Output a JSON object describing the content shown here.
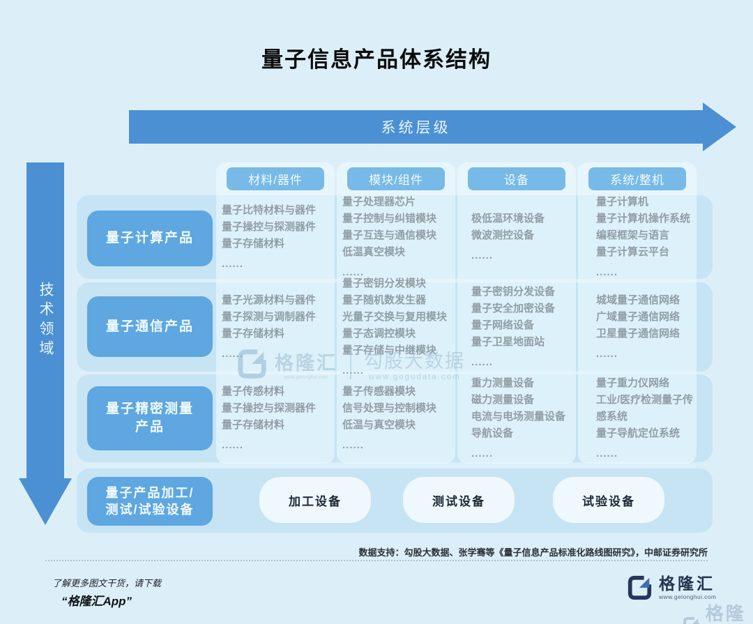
{
  "title": "量子信息产品体系结构",
  "axes": {
    "horizontal": "系统层级",
    "vertical": "技术领域"
  },
  "columns": [
    "材料/器件",
    "模块/组件",
    "设备",
    "系统/整机"
  ],
  "rows": [
    {
      "label": "量子计算产品",
      "label_lines": [
        "量子计算产品"
      ],
      "cells": [
        [
          "量子比特材料与器件",
          "量子操控与探测器件",
          "量子存储材料",
          "......"
        ],
        [
          "量子处理器芯片",
          "量子控制与纠错模块",
          "量子互连与通信模块",
          "低温真空模块",
          "......"
        ],
        [
          "极低温环境设备",
          "微波测控设备",
          "......"
        ],
        [
          "量子计算机",
          "量子计算机操作系统",
          "编程框架与语言",
          "量子计算云平台",
          "......"
        ]
      ]
    },
    {
      "label": "量子通信产品",
      "label_lines": [
        "量子通信产品"
      ],
      "cells": [
        [
          "量子光源材料与器件",
          "量子探测与调制器件",
          "量子存储材料",
          "......"
        ],
        [
          "量子密钥分发模块",
          "量子随机数发生器",
          "光量子交换与复用模块",
          "量子态调控模块",
          "量子存储与中继模块",
          "......"
        ],
        [
          "量子密钥分发设备",
          "量子安全加密设备",
          "量子网络设备",
          "量子卫星地面站",
          "......"
        ],
        [
          "城域量子通信网络",
          "广域量子通信网络",
          "卫星量子通信网络",
          "......"
        ]
      ]
    },
    {
      "label": "量子精密测量产品",
      "label_lines": [
        "量子精密测量",
        "产品"
      ],
      "cells": [
        [
          "量子传感材料",
          "量子操控与探测器件",
          "量子存储材料",
          "......"
        ],
        [
          "量子传感器模块",
          "信号处理与控制模块",
          "低温与真空模块",
          "......"
        ],
        [
          "重力测量设备",
          "磁力测量设备",
          "电流与电场测量设备",
          "导航设备",
          "......"
        ],
        [
          "量子重力仪网络",
          "工业/医疗检测量子传感系统",
          "量子导航定位系统",
          "......"
        ]
      ]
    }
  ],
  "process_row": {
    "label": "量子产品加工/测试/试验设备",
    "label_lines": [
      "量子产品加工/",
      "测试/试验设备"
    ],
    "pills": [
      "加工设备",
      "测试设备",
      "试验设备"
    ]
  },
  "brand": {
    "name": "格隆汇",
    "url": "www.gelonghui.com"
  },
  "watermark": {
    "partner": "勾股大数据",
    "partner_url": "www.gogudata.com"
  },
  "footer": {
    "source": "数据支持：勾股大数据、张学骞等《量子信息产品标准化路线图研究》，中邮证券研究所",
    "promo_line1": "了解更多图文干货，请下载",
    "promo_line2": "“格隆汇App”"
  },
  "colors": {
    "page_bg": "#dceff9",
    "arrow_blue": "#4b90d3",
    "row_pill_blue": "#5ea7e0",
    "col_pill_blue": "#77bae7",
    "row_band": "#c6e4f3",
    "process_pill_bg": "#eef8fd",
    "text_dark": "#1d2a36",
    "brand_navy": "#24344e"
  }
}
